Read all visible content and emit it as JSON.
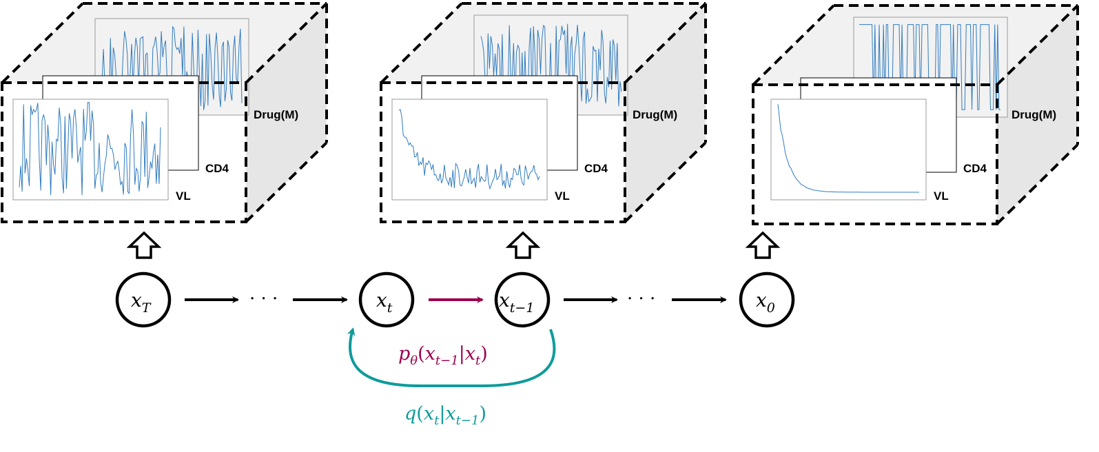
{
  "panels": [
    {
      "id": "xT",
      "drug_label": "Drug(M)",
      "cd4_label": "CD4",
      "vl_label": "VL",
      "vl_profile": "noisy"
    },
    {
      "id": "xt1",
      "drug_label": "Drug(M)",
      "cd4_label": "CD4",
      "vl_label": "VL",
      "vl_profile": "partial"
    },
    {
      "id": "x0",
      "drug_label": "Drug(M)",
      "cd4_label": "CD4",
      "vl_label": "VL",
      "vl_profile": "clean"
    }
  ],
  "nodes": [
    {
      "id": "xT",
      "base": "x",
      "sub": "T"
    },
    {
      "id": "xt",
      "base": "x",
      "sub": "t"
    },
    {
      "id": "xt1",
      "base": "x",
      "sub": "t−1"
    },
    {
      "id": "x0",
      "base": "x",
      "sub": "0"
    }
  ],
  "ellipsis": "· · ·",
  "reverse_label": {
    "p": "p",
    "theta": "θ",
    "open": "(",
    "x1": "x",
    "x1_sub": "t−1",
    "bar": "|",
    "x2": "x",
    "x2_sub": "t",
    "close": ")"
  },
  "forward_label": {
    "q": "q",
    "open": "(",
    "x1": "x",
    "x1_sub": "t",
    "bar": "|",
    "x2": "x",
    "x2_sub": "t−1",
    "close": ")"
  },
  "colors": {
    "reverse": "#99004d",
    "forward": "#0f9b9b",
    "series": "#2f7bbf",
    "cube_side": "#e6e6e6",
    "cube_top": "#f1f1f1",
    "back_plot": "#f2f2f2"
  }
}
